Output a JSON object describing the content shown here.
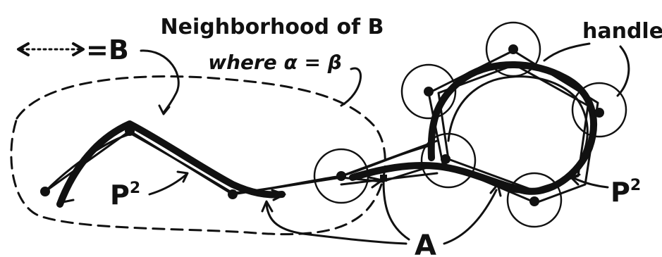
{
  "labels": {
    "legend_equals": "=B",
    "neighborhood_title": "Neighborhood of B",
    "neighborhood_condition": "where α = β",
    "handles": "handles",
    "p2_left": "P",
    "p2_right": "P",
    "exponent": "2",
    "a_label": "A"
  },
  "colors": {
    "ink": "#111111",
    "background": "#ffffff"
  }
}
